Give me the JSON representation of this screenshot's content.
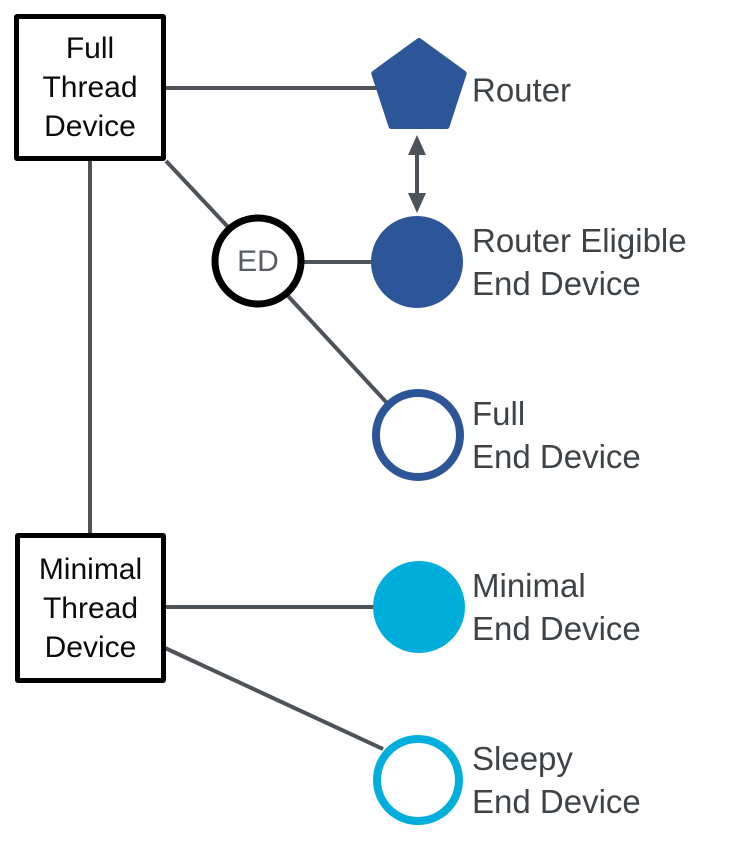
{
  "labels": {
    "full_thread_device": "Full\nThread\nDevice",
    "minimal_thread_device": "Minimal\nThread\nDevice",
    "router": "Router",
    "router_eligible_end_device": "Router Eligible\nEnd Device",
    "ed_badge": "ED",
    "full_end_device": "Full\nEnd Device",
    "minimal_end_device": "Minimal\nEnd Device",
    "sleepy_end_device": "Sleepy\nEnd Device"
  },
  "colors": {
    "dark_blue": "#2D5699",
    "cyan": "#00AEDB",
    "line": "#4D5358",
    "label_text": "#3E4347",
    "ed_text": "#575D63",
    "box_border": "#000000",
    "background": "#FFFFFF"
  },
  "nodes": [
    {
      "id": "full-thread-device",
      "type": "box",
      "border": "black",
      "label": "Full Thread Device"
    },
    {
      "id": "minimal-thread-device",
      "type": "box",
      "border": "black",
      "label": "Minimal Thread Device"
    },
    {
      "id": "router",
      "type": "pentagon",
      "fill": "dark_blue",
      "label": "Router"
    },
    {
      "id": "router-eligible-end-device",
      "type": "circle-filled",
      "fill": "dark_blue",
      "label": "Router Eligible End Device"
    },
    {
      "id": "ed",
      "type": "circle-outlined",
      "stroke": "black",
      "label": "ED"
    },
    {
      "id": "full-end-device",
      "type": "circle-outlined",
      "stroke": "dark_blue",
      "label": "Full End Device"
    },
    {
      "id": "minimal-end-device",
      "type": "circle-filled",
      "fill": "cyan",
      "label": "Minimal End Device"
    },
    {
      "id": "sleepy-end-device",
      "type": "circle-outlined",
      "stroke": "cyan",
      "label": "Sleepy End Device"
    }
  ],
  "edges": [
    {
      "from": "full-thread-device",
      "to": "router",
      "type": "line"
    },
    {
      "from": "full-thread-device",
      "to": "ed",
      "type": "line"
    },
    {
      "from": "full-thread-device",
      "to": "minimal-thread-device",
      "type": "line"
    },
    {
      "from": "ed",
      "to": "router-eligible-end-device",
      "type": "line"
    },
    {
      "from": "ed",
      "to": "full-end-device",
      "type": "line"
    },
    {
      "from": "minimal-thread-device",
      "to": "minimal-end-device",
      "type": "line"
    },
    {
      "from": "minimal-thread-device",
      "to": "sleepy-end-device",
      "type": "line"
    },
    {
      "from": "router",
      "to": "router-eligible-end-device",
      "type": "double-arrow"
    }
  ]
}
